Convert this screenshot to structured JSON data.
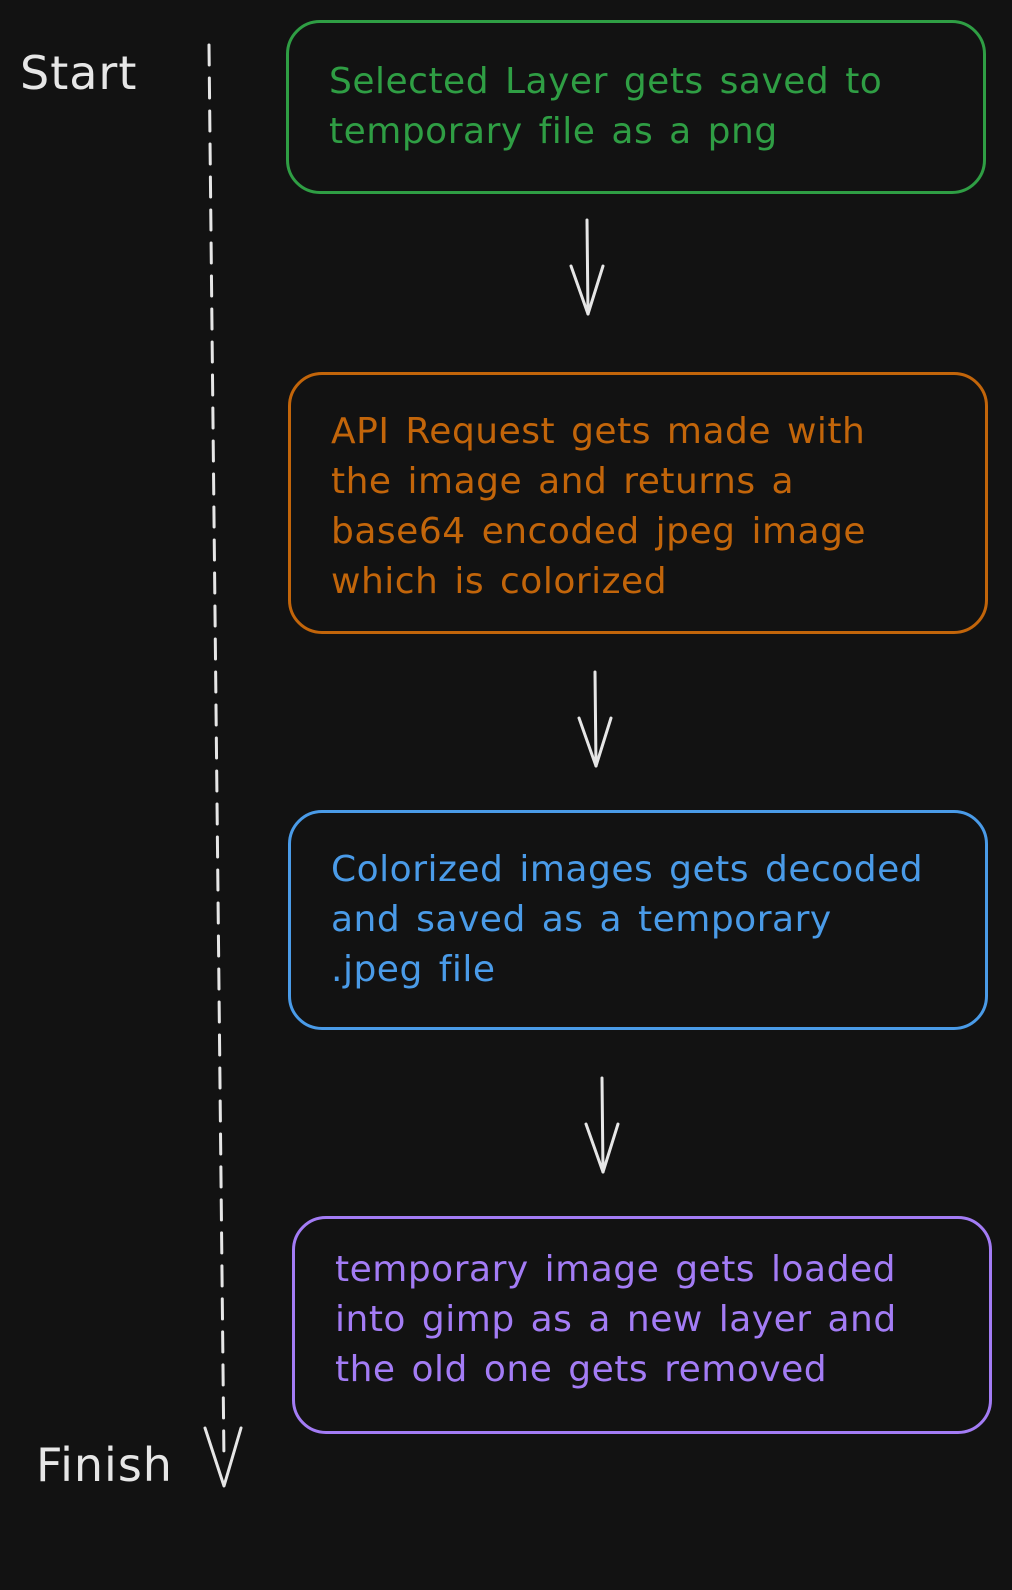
{
  "timeline": {
    "start_label": "Start",
    "finish_label": "Finish",
    "line_color": "#e6e6e6"
  },
  "steps": [
    {
      "text": "Selected Layer gets saved to\ntemporary file as a png",
      "color": "#2f9e44"
    },
    {
      "text": "API Request gets made with\nthe image and returns a\nbase64 encoded jpeg image\nwhich is colorized",
      "color": "#c2650a"
    },
    {
      "text": "Colorized images gets decoded\nand saved as a temporary\n.jpeg file",
      "color": "#4a9be8"
    },
    {
      "text": "temporary image gets loaded\ninto gimp as a new layer and\nthe old one gets removed",
      "color": "#a37cf5"
    }
  ],
  "arrow_color": "#e6e6e6",
  "background": "#121212"
}
